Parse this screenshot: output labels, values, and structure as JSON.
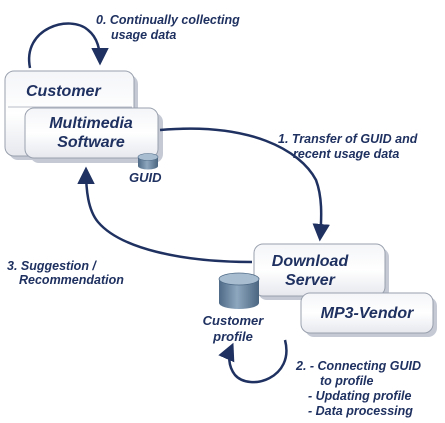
{
  "colors": {
    "ink": "#1f3160",
    "box_fill": "#ffffff",
    "box_shadow": "#c9cdd6",
    "cylinder": "#6f8ba5",
    "cylinder_top": "#9fb4c8"
  },
  "steps": {
    "step0": [
      "0. Continually collecting",
      "usage data"
    ],
    "step1": [
      "1. Transfer of GUID and",
      "recent usage data"
    ],
    "step2": [
      "2. - Connecting GUID",
      "to profile",
      "- Updating profile",
      "- Data processing"
    ],
    "step3": [
      "3. Suggestion /",
      "Recommendation"
    ]
  },
  "boxes": {
    "customer": "Customer",
    "multimedia": [
      "Multimedia",
      "Software"
    ],
    "download": [
      "Download",
      "Server"
    ],
    "vendor": "MP3-Vendor"
  },
  "icons": {
    "guid": {
      "name": "database-cylinder-icon",
      "label": "GUID"
    },
    "profile": {
      "name": "database-cylinder-icon",
      "label": [
        "Customer",
        "profile"
      ]
    }
  }
}
